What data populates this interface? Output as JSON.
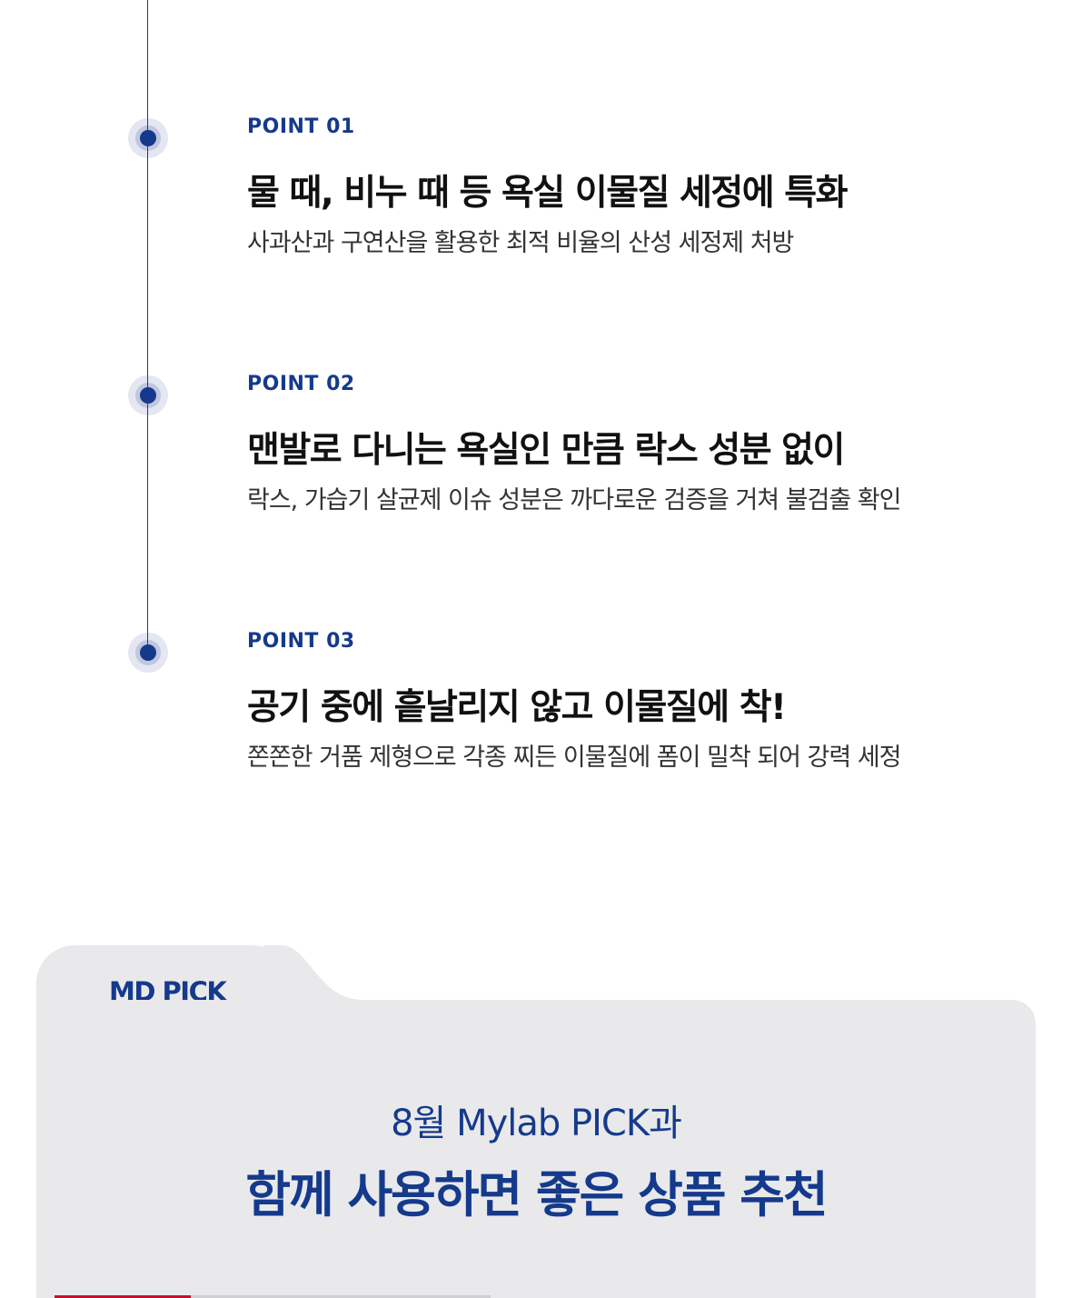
{
  "points": [
    {
      "label": "POINT 01",
      "title": "물 때, 비누 때 등 욕실 이물질 세정에 특화",
      "desc": "사과산과 구연산을 활용한 최적 비율의 산성 세정제 처방"
    },
    {
      "label": "POINT 02",
      "title": "맨발로 다니는 욕실인 만큼 락스 성분 없이",
      "desc": "락스, 가습기 살균제 이슈 성분은 까다로운 검증을 거쳐 불검출 확인"
    },
    {
      "label": "POINT 03",
      "title": "공기 중에 흩날리지 않고 이물질에 착!",
      "desc": "쫀쫀한 거품 제형으로 각종 찌든 이물질에 폼이 밀착 되어 강력 세정"
    }
  ],
  "md_pick": {
    "tab_label": "MD PICK",
    "subtitle": "8월 Mylab PICK과",
    "title": "함께 사용하면 좋은 상품 추천"
  },
  "colors": {
    "accent": "#153a8c",
    "panel": "#e9e9eb",
    "tab_active": "#c8102e"
  }
}
